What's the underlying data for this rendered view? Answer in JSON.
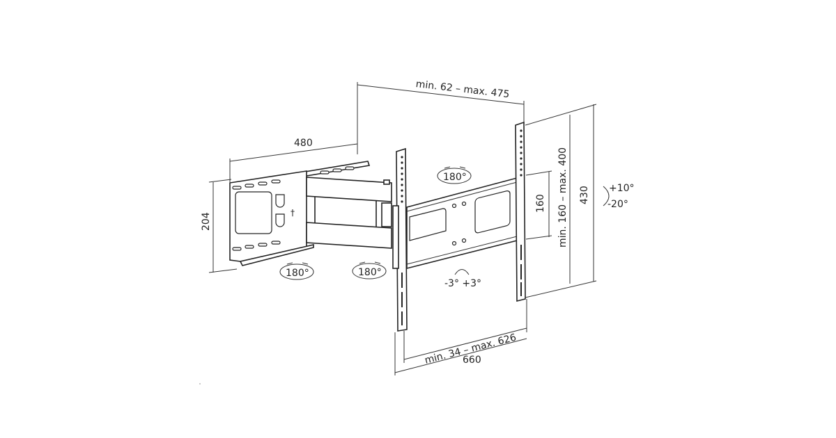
{
  "diagram": {
    "title": "TV wall mount dimensions",
    "dimensions": {
      "arm_extension": "min. 62 – max. 475",
      "wall_plate_width": "480",
      "wall_plate_height": "204",
      "vesa_horizontal": "min. 34 – max. 626",
      "overall_width": "660",
      "vesa_vertical_fixed": "160",
      "vesa_vertical": "min. 160 – max. 400",
      "overall_height": "430"
    },
    "rotations": {
      "tv_swivel": "180°",
      "wall_swivel": "180°",
      "arm_swivel": "180°",
      "level_adjust": "-3° +3°",
      "tilt_up": "+10°",
      "tilt_down": "-20°"
    }
  }
}
